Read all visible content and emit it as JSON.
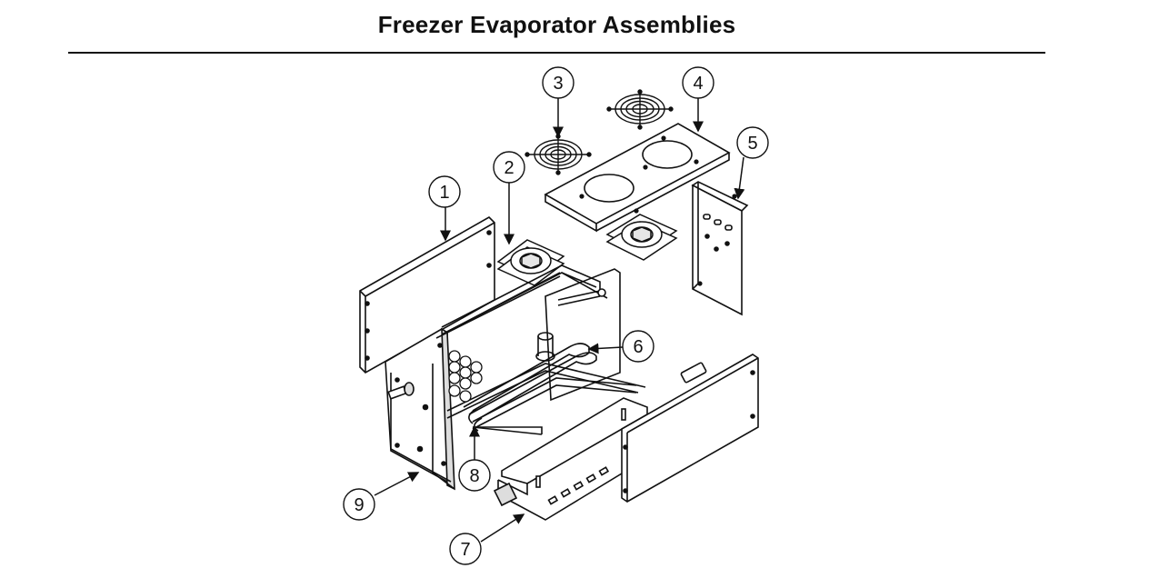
{
  "title": "Freezer Evaporator Assemblies",
  "callouts": [
    {
      "id": "1",
      "label": "1",
      "part": "side-panel"
    },
    {
      "id": "2",
      "label": "2",
      "part": "evaporator-fan"
    },
    {
      "id": "3",
      "label": "3",
      "part": "fan-guard"
    },
    {
      "id": "4",
      "label": "4",
      "part": "top-cover"
    },
    {
      "id": "5",
      "label": "5",
      "part": "control-panel"
    },
    {
      "id": "6",
      "label": "6",
      "part": "defrost-heater"
    },
    {
      "id": "7",
      "label": "7",
      "part": "drain-pan"
    },
    {
      "id": "8",
      "label": "8",
      "part": "heater-element"
    },
    {
      "id": "9",
      "label": "9",
      "part": "evaporator-coil-housing"
    }
  ],
  "colors": {
    "line": "#111111",
    "background": "#ffffff",
    "fill_light": "#f4f4f4",
    "fill_mid": "#d8d8d8"
  }
}
